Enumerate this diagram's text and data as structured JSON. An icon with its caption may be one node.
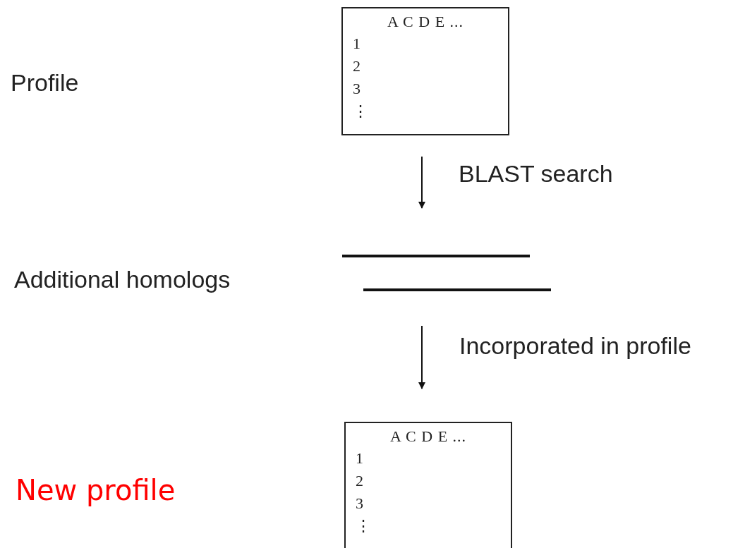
{
  "diagram": {
    "nodes": [
      {
        "text": [
          "A C D E ...",
          "1 2 3 ⋮"
        ]
      },
      {
        "text": [],
        "shape": "bar"
      },
      {
        "text": [],
        "shape": "bar"
      },
      {
        "text": [
          "A C D E ...",
          "1 2 3 ⋮"
        ]
      }
    ],
    "labels": [
      "Profile",
      "Additional homologs",
      "New profile"
    ],
    "edges": [
      {
        "from": 0,
        "to": 1,
        "arrow": "to",
        "label": "BLAST search"
      },
      {
        "from": 2,
        "to": 3,
        "arrow": "to",
        "label": "Incorporated in profile"
      }
    ]
  }
}
